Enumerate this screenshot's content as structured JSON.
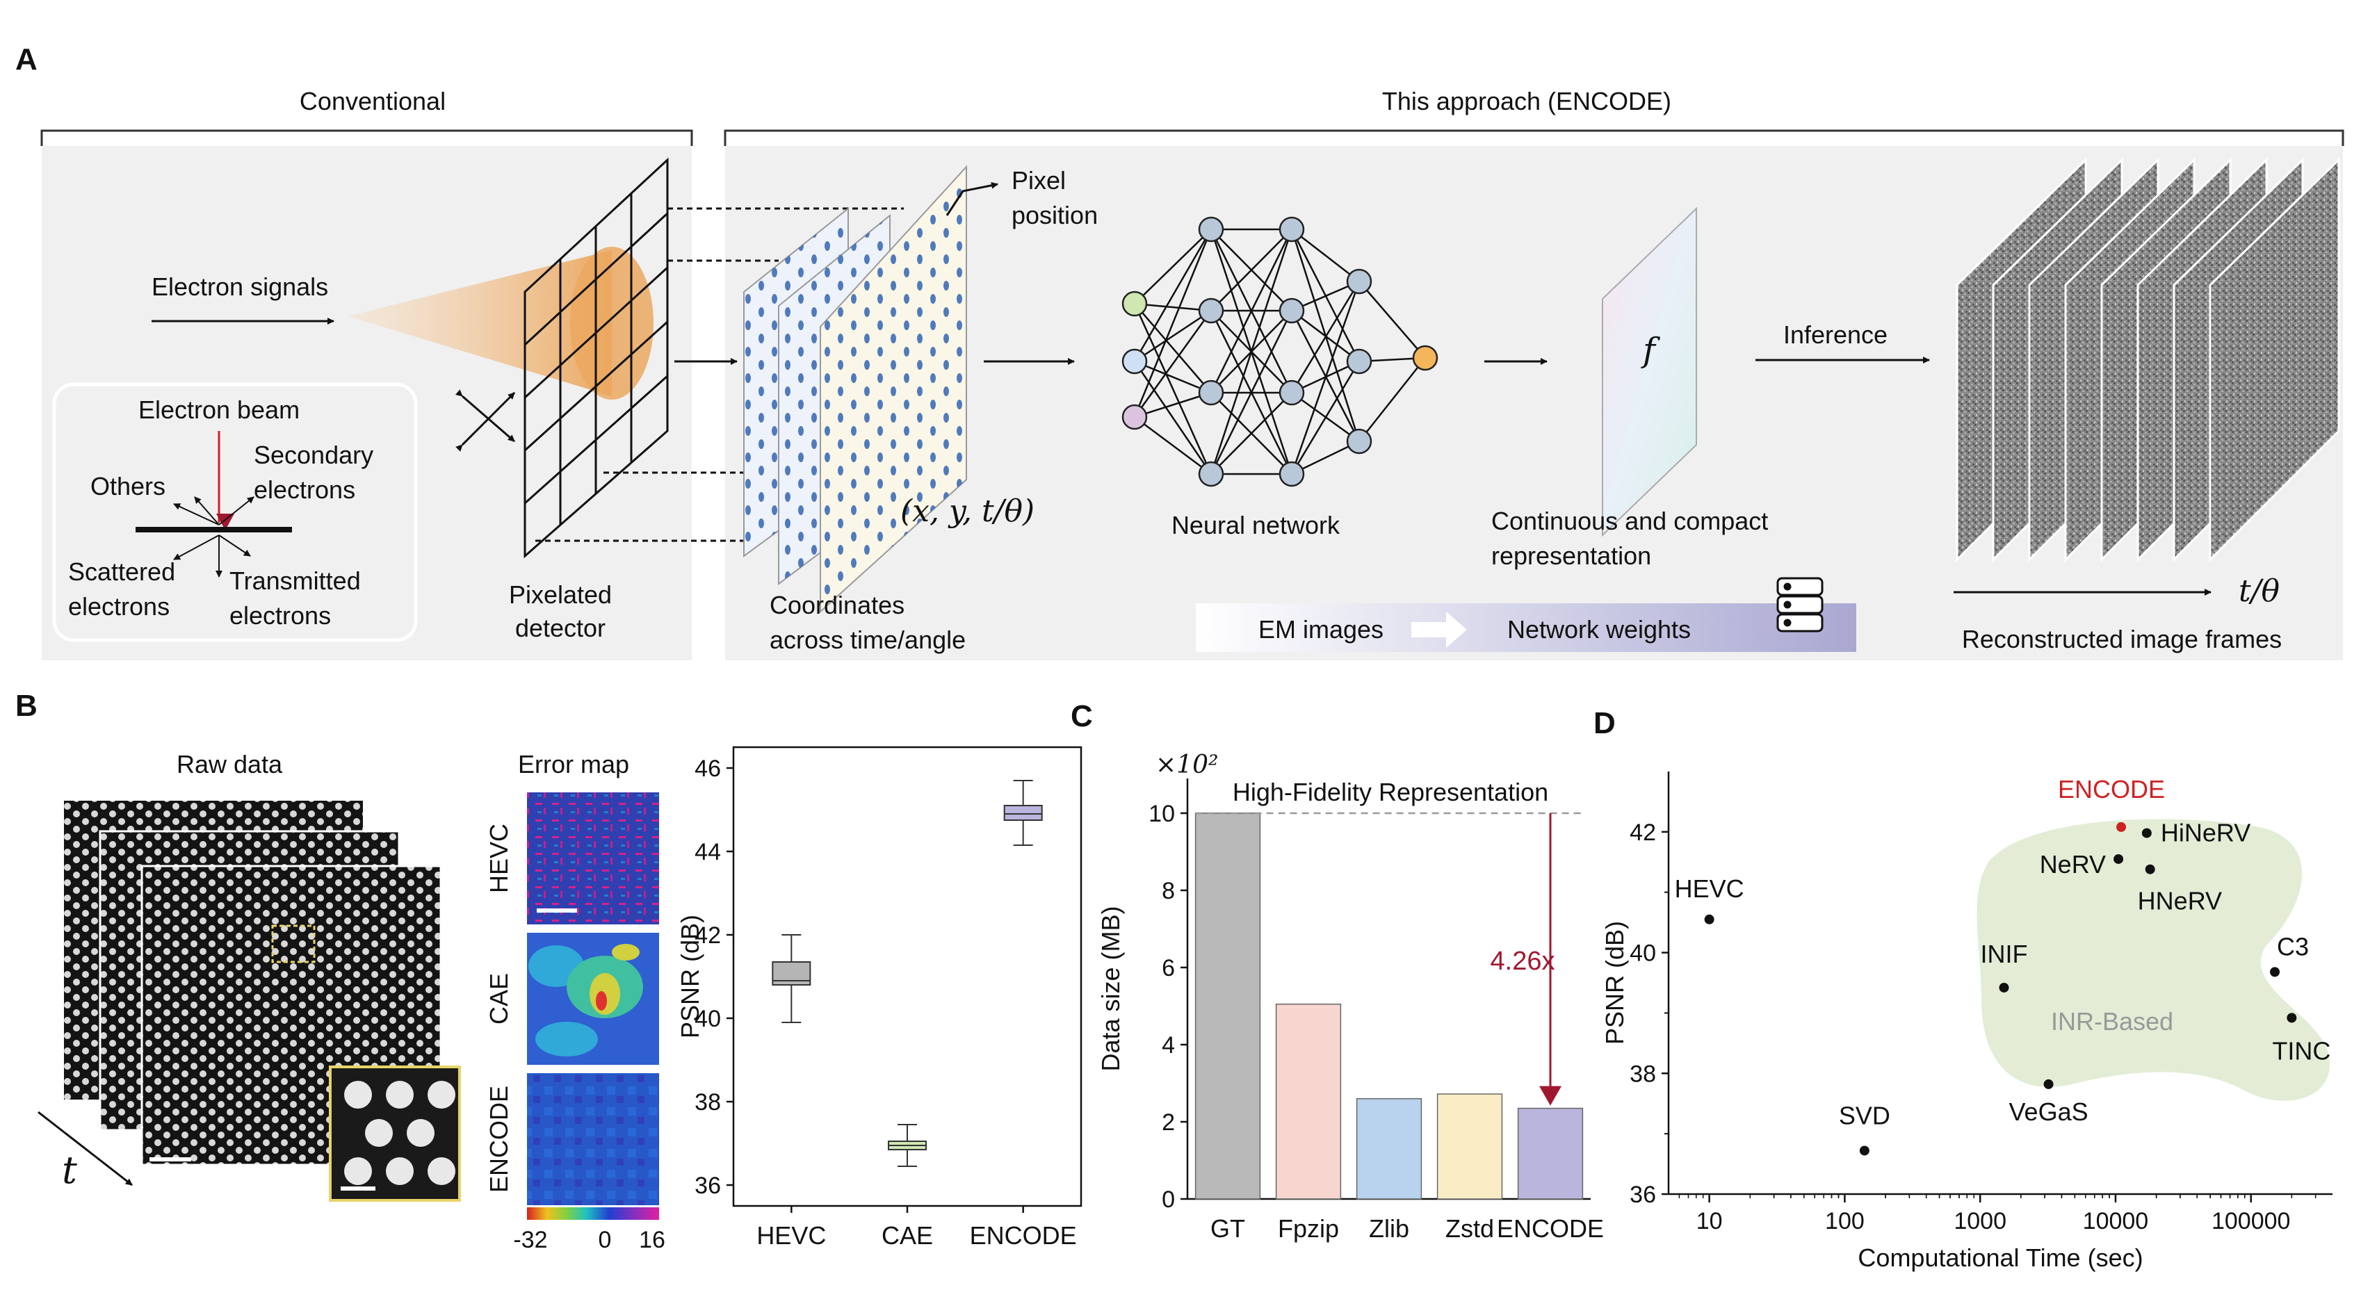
{
  "panel_labels": {
    "a": "A",
    "b": "B",
    "c": "C",
    "d": "D"
  },
  "panel_a": {
    "conventional": "Conventional",
    "this_approach": "This approach (ENCODE)",
    "electron_signals": "Electron signals",
    "electron_beam": "Electron beam",
    "others": "Others",
    "secondary_1": "Secondary",
    "secondary_2": "electrons",
    "scattered_1": "Scattered",
    "scattered_2": "electrons",
    "transmitted_1": "Transmitted",
    "transmitted_2": "electrons",
    "pixelated_1": "Pixelated",
    "pixelated_2": "detector",
    "pixel_pos_1": "Pixel",
    "pixel_pos_2": "position",
    "coords_math": "(x, y, t/θ)",
    "coords_1": "Coordinates",
    "coords_2": "across time/angle",
    "neural_network": "Neural network",
    "f_symbol": "f",
    "continuous_1": "Continuous and compact",
    "continuous_2": "representation",
    "inference": "Inference",
    "em_images": "EM images",
    "network_weights": "Network weights",
    "t_theta": "t/θ",
    "reconstructed": "Reconstructed image frames",
    "colors": {
      "panel_bg": "#f0f0f0",
      "beam": "#e8b060",
      "dot": "#3d6db5",
      "node": "#b8c8d8",
      "input_green": "#cfe7b0",
      "input_blue": "#cfe0f5",
      "input_purple": "#dcc4e0",
      "output_orange": "#f5b55a",
      "red_arrow": "#cc2222"
    },
    "icons": [
      "server-icon",
      "white-arrow-icon",
      "double-arrow-icon"
    ]
  },
  "panel_b": {
    "raw_data": "Raw data",
    "t_label": "t",
    "error_map": "Error map",
    "rows": [
      "HEVC",
      "CAE",
      "ENCODE"
    ],
    "colorbar_ticks": [
      "-32",
      "0",
      "16"
    ],
    "chart_data": {
      "type": "box",
      "categories": [
        "HEVC",
        "CAE",
        "ENCODE"
      ],
      "ylabel": "PSNR (dB)",
      "xlabel": "",
      "yticks": [
        "36",
        "38",
        "40",
        "42",
        "44",
        "46"
      ],
      "ylim": [
        35.5,
        46.5
      ],
      "boxes": [
        {
          "name": "HEVC",
          "min": 39.9,
          "q1": 40.8,
          "median": 40.9,
          "q3": 41.35,
          "max": 42.0,
          "color": "#b5b5b5"
        },
        {
          "name": "CAE",
          "min": 36.45,
          "q1": 36.85,
          "median": 36.95,
          "q3": 37.05,
          "max": 37.45,
          "color": "#cfe8b2"
        },
        {
          "name": "ENCODE",
          "min": 44.15,
          "q1": 44.75,
          "median": 44.9,
          "q3": 45.1,
          "max": 45.7,
          "color": "#b9b5dd"
        }
      ]
    }
  },
  "panel_c": {
    "chart_data": {
      "type": "bar",
      "categories": [
        "GT",
        "Fpzip",
        "Zlib",
        "Zstd",
        "ENCODE"
      ],
      "values": [
        10.0,
        5.05,
        2.6,
        2.72,
        2.35
      ],
      "colors": [
        "#b9b9b9",
        "#f6d6cf",
        "#b9d3ee",
        "#faedc5",
        "#b9b5dd"
      ],
      "ylabel": "Data size (MB)",
      "multiplier": "×10²",
      "yticks": [
        "0",
        "2",
        "4",
        "6",
        "8",
        "10"
      ],
      "ylim": [
        0,
        10.9
      ],
      "reference_label": "High-Fidelity Representation",
      "annotation": "4.26x"
    }
  },
  "panel_d": {
    "chart_data": {
      "type": "scatter",
      "xlabel": "Computational Time (sec)",
      "ylabel": "PSNR (dB)",
      "xscale": "log",
      "xticks": [
        "10",
        "100",
        "1000",
        "10000",
        "100000"
      ],
      "yticks": [
        "36",
        "38",
        "40",
        "42"
      ],
      "xlim": [
        5,
        400000
      ],
      "ylim": [
        36,
        43
      ],
      "region_label": "INR-Based",
      "points": [
        {
          "name": "HEVC",
          "x": 10,
          "y": 40.55,
          "color": "#111111"
        },
        {
          "name": "SVD",
          "x": 140,
          "y": 36.72,
          "color": "#111111"
        },
        {
          "name": "VeGaS",
          "x": 3200,
          "y": 37.82,
          "color": "#111111"
        },
        {
          "name": "INIF",
          "x": 1500,
          "y": 39.42,
          "color": "#111111"
        },
        {
          "name": "ENCODE",
          "x": 11000,
          "y": 42.08,
          "color": "#cc2222"
        },
        {
          "name": "HiNeRV",
          "x": 17000,
          "y": 41.98,
          "color": "#111111"
        },
        {
          "name": "NeRV",
          "x": 10500,
          "y": 41.55,
          "color": "#111111"
        },
        {
          "name": "HNeRV",
          "x": 18000,
          "y": 41.38,
          "color": "#111111"
        },
        {
          "name": "C3",
          "x": 150000,
          "y": 39.68,
          "color": "#111111"
        },
        {
          "name": "TINC",
          "x": 200000,
          "y": 38.92,
          "color": "#111111"
        }
      ]
    }
  }
}
